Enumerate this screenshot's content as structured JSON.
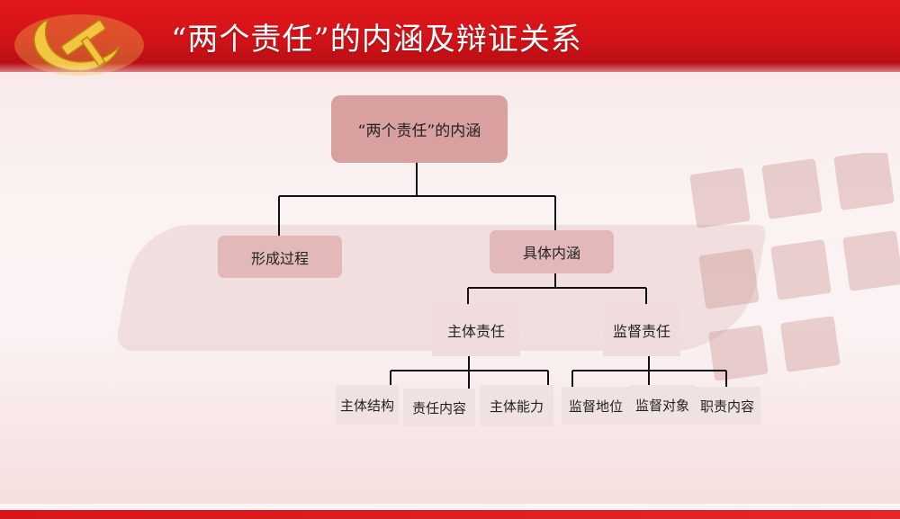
{
  "header": {
    "title": "“两个责任”的内涵及辩证关系",
    "emblem_icon": "hammer-sickle-icon"
  },
  "diagram": {
    "root": {
      "label": "“两个责任”的内涵"
    },
    "level2": [
      {
        "label": "形成过程"
      },
      {
        "label": "具体内涵"
      }
    ],
    "level3": [
      {
        "label": "主体责任"
      },
      {
        "label": "监督责任"
      }
    ],
    "level4_main": [
      {
        "label": "主体结构"
      },
      {
        "label": "责任内容"
      },
      {
        "label": "主体能力"
      }
    ],
    "level4_supervision": [
      {
        "label": "监督地位"
      },
      {
        "label": "监督对象"
      },
      {
        "label": "职责内容"
      }
    ]
  },
  "colors": {
    "banner": "#d11318",
    "root_box": "#d9a0a0",
    "level2_box": "#e3b8b8",
    "leaf_box": "#f0dcdc",
    "connector": "#111111"
  }
}
